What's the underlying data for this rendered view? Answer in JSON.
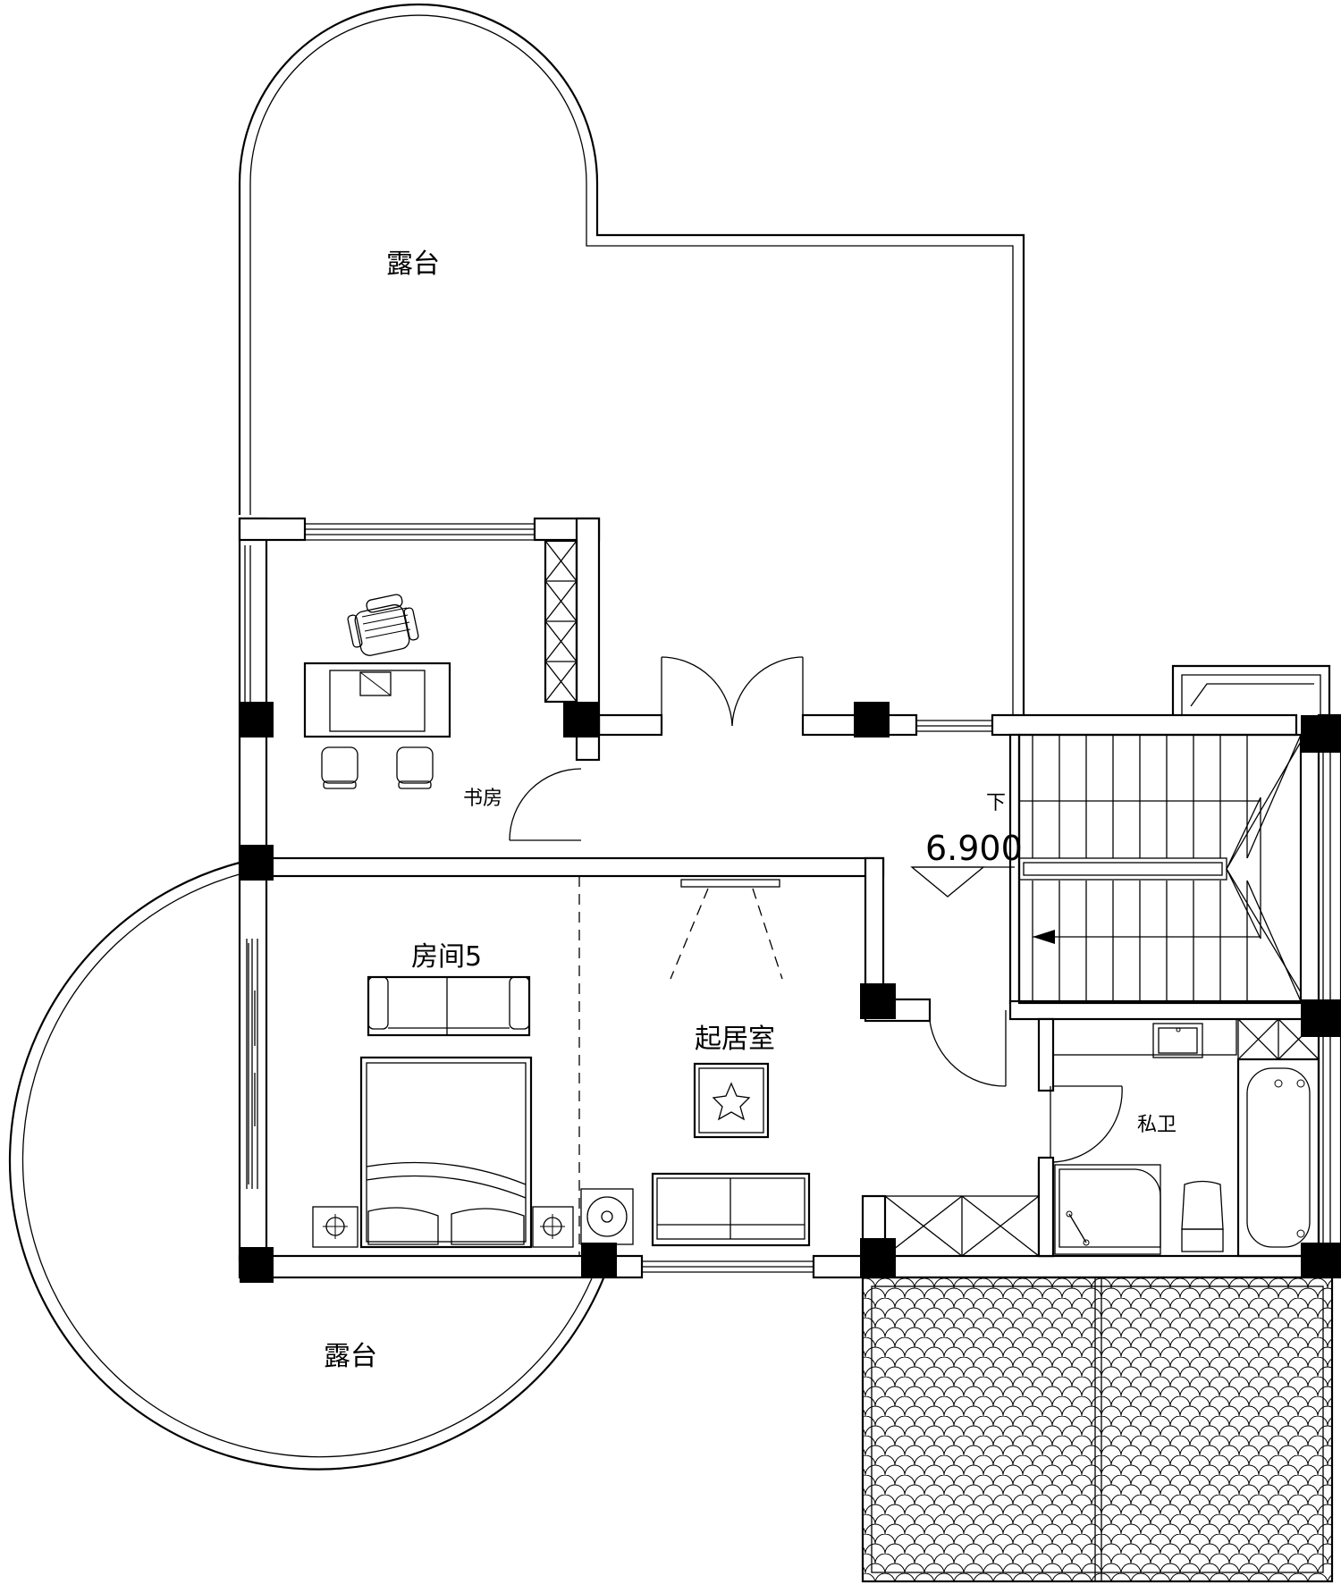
{
  "rooms": {
    "terrace_top": "露台",
    "terrace_bottom": "露台",
    "study": "书房",
    "room5": "房间5",
    "living": "起居室",
    "bathroom": "私卫"
  },
  "stair": {
    "direction_label": "下",
    "elevation": "6.900"
  },
  "icons": {
    "elevation": "elevation-triangle-icon",
    "arrow": "stair-arrow-icon"
  }
}
